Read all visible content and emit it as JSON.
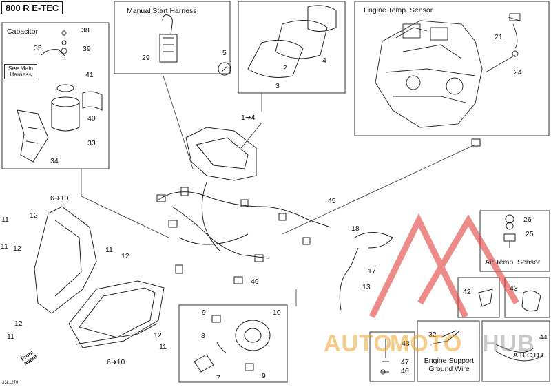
{
  "title": "800 R E-TEC",
  "sections": {
    "capacitor": "Capacitor",
    "manual_start": "Manual Start Harness",
    "engine_temp": "Engine Temp. Sensor",
    "air_temp": "Air Temp. Sensor",
    "engine_support": "Engine Support Ground Wire"
  },
  "see_main_harness": "See Main Harness",
  "front_label": "Front Avant",
  "callouts": {
    "c1_4": "1➔4",
    "c2": "2",
    "c3": "3",
    "c4": "4",
    "c5": "5",
    "c6_10_a": "6➔10",
    "c6_10_b": "6➔10",
    "c7": "7",
    "c8": "8",
    "c9a": "9",
    "c9b": "9",
    "c10": "10",
    "c11a": "11",
    "c11b": "11",
    "c11c": "11",
    "c11d": "11",
    "c11e": "11",
    "c12a": "12",
    "c12b": "12",
    "c12c": "12",
    "c12d": "12",
    "c12e": "12",
    "c13": "13",
    "c17": "17",
    "c18": "18",
    "c21": "21",
    "c24": "24",
    "c25": "25",
    "c26": "26",
    "c29": "29",
    "c32": "32",
    "c33": "33",
    "c34": "34",
    "c35": "35",
    "c38": "38",
    "c39": "39",
    "c40": "40",
    "c41": "41",
    "c42": "42",
    "c43": "43",
    "c44": "44",
    "c45": "45",
    "c46": "46",
    "c47": "47",
    "c48": "48",
    "c49": "49",
    "abcde": "A,B,C,D,E"
  },
  "code": "33L1270",
  "watermark": {
    "a": "AUTO",
    "b": "MOTO",
    "c": "HUB"
  },
  "colors": {
    "line": "#222222",
    "logo_red": "#e0413d",
    "wm_orange": "#f0a126",
    "wm_gray": "#9c9c9c"
  }
}
